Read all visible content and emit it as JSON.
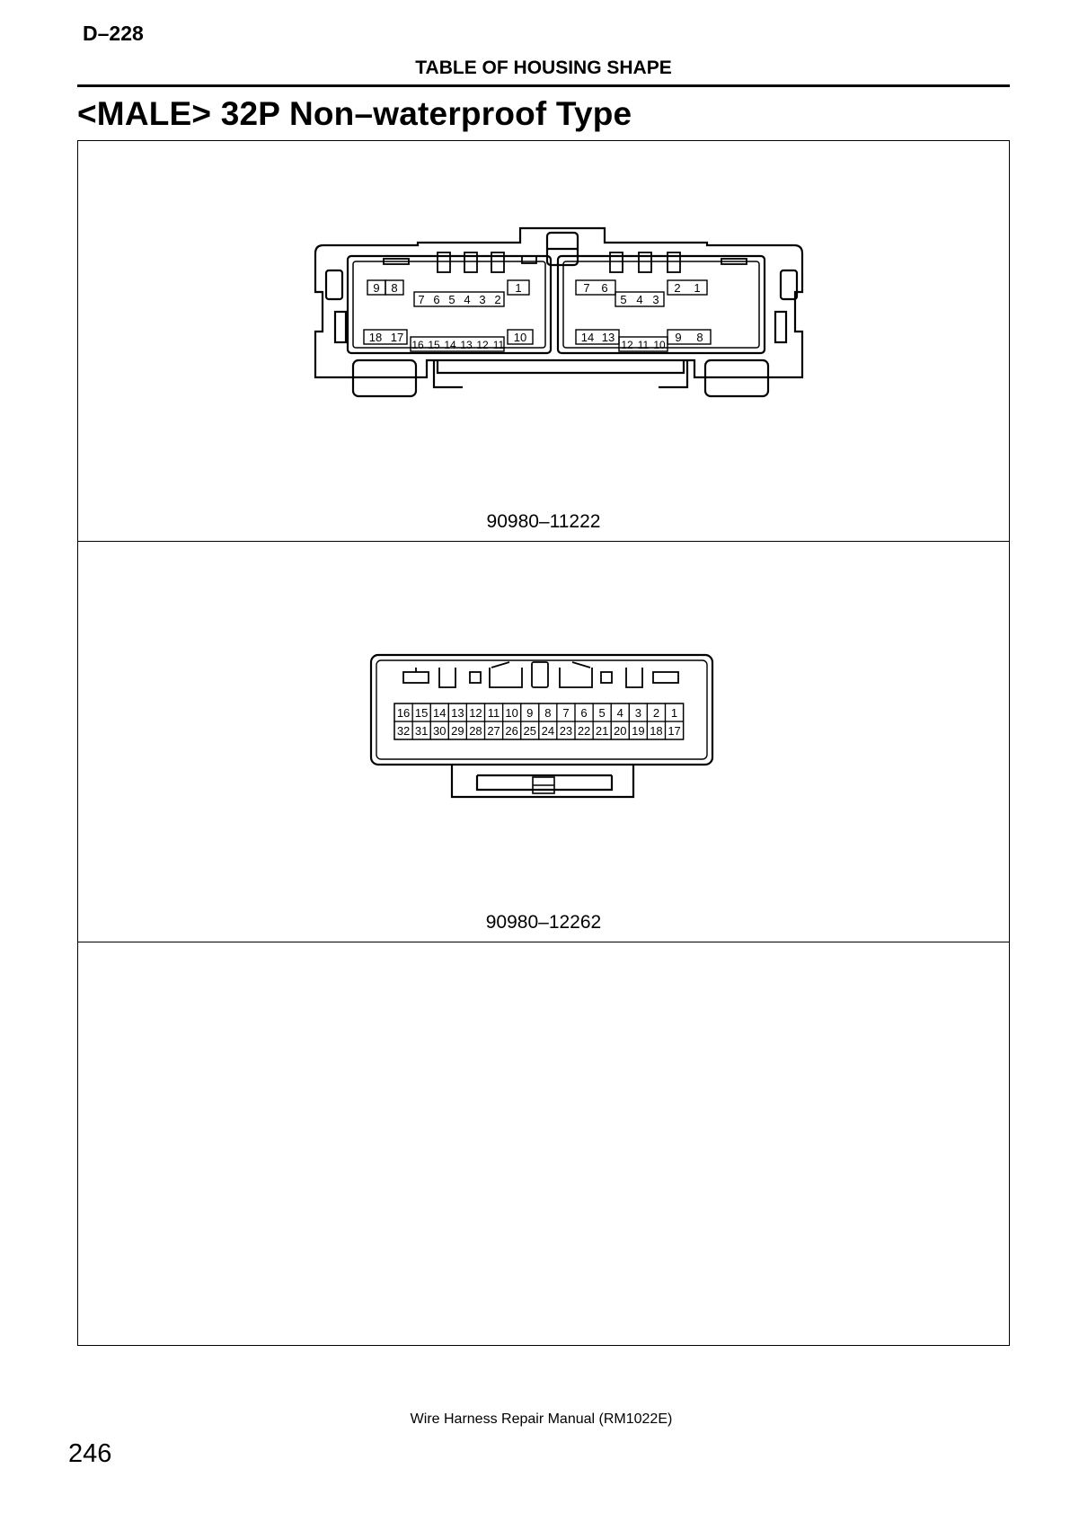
{
  "header": {
    "page_code": "D–228",
    "section": "TABLE OF HOUSING SHAPE",
    "title": "<MALE> 32P Non–waterproof Type"
  },
  "connectors": [
    {
      "part_number": "90980–11222",
      "left_block": {
        "top_outer": [
          "9",
          "8"
        ],
        "top_inner": [
          "7",
          "6",
          "5",
          "4",
          "3",
          "2"
        ],
        "top_right": [
          "1"
        ],
        "bottom_outer": [
          "18",
          "17"
        ],
        "bottom_inner": [
          "16",
          "15",
          "14",
          "13",
          "12",
          "11"
        ],
        "bottom_right": [
          "10"
        ]
      },
      "right_block": {
        "top_outer": [
          "7",
          "6"
        ],
        "top_inner": [
          "5",
          "4",
          "3"
        ],
        "top_right": [
          "2",
          "1"
        ],
        "bottom_outer": [
          "14",
          "13"
        ],
        "bottom_inner": [
          "12",
          "11",
          "10"
        ],
        "bottom_right": [
          "9",
          "8"
        ]
      }
    },
    {
      "part_number": "90980–12262",
      "row_top": [
        "16",
        "15",
        "14",
        "13",
        "12",
        "11",
        "10",
        "9",
        "8",
        "7",
        "6",
        "5",
        "4",
        "3",
        "2",
        "1"
      ],
      "row_bottom": [
        "32",
        "31",
        "30",
        "29",
        "28",
        "27",
        "26",
        "25",
        "24",
        "23",
        "22",
        "21",
        "20",
        "19",
        "18",
        "17"
      ]
    }
  ],
  "footer": {
    "manual": "Wire Harness Repair Manual (RM1022E)",
    "page_number": "246"
  }
}
